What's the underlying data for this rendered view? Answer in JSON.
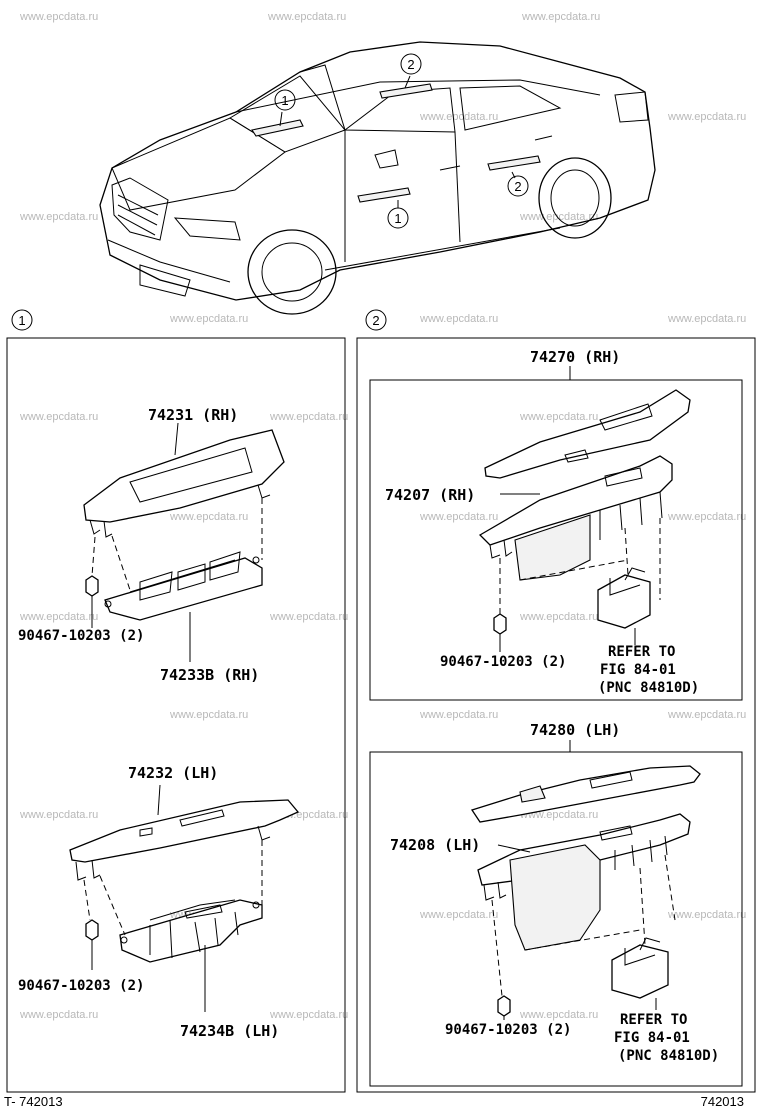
{
  "watermark": "www.epcdata.ru",
  "callouts": {
    "one": "1",
    "two": "2"
  },
  "panel1": {
    "top_part": "74231 (RH)",
    "top_base": "74233B (RH)",
    "top_clip": "90467-10203 (2)",
    "bottom_part": "74232 (LH)",
    "bottom_base": "74234B (LH)",
    "bottom_clip": "90467-10203 (2)"
  },
  "panel2": {
    "rh_assembly": "74270 (RH)",
    "rh_switch": "74207 (RH)",
    "rh_clip": "90467-10203 (2)",
    "rh_refer_1": "REFER TO",
    "rh_refer_2": "FIG 84-01",
    "rh_refer_3": "(PNC 84810D)",
    "lh_assembly": "74280 (LH)",
    "lh_switch": "74208 (LH)",
    "lh_clip": "90467-10203 (2)",
    "lh_refer_1": "REFER TO",
    "lh_refer_2": "FIG 84-01",
    "lh_refer_3": "(PNC 84810D)"
  },
  "footer": {
    "left": "T- 742013",
    "right": "742013"
  }
}
